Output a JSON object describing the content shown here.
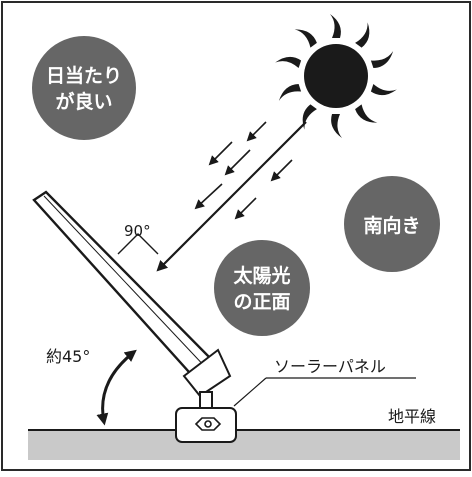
{
  "badges": {
    "sunlight": {
      "line1": "日当たり",
      "line2": "が良い"
    },
    "south": {
      "line1": "南向き"
    },
    "facing_sun": {
      "line1": "太陽光",
      "line2": "の正面"
    }
  },
  "labels": {
    "angle_right": "90°",
    "tilt": "約45°",
    "solar_panel": "ソーラーパネル",
    "horizon": "地平線"
  },
  "colors": {
    "badge_fill": "#666666",
    "ground_fill": "#c9c9c9",
    "ink": "#1a1a1a",
    "frame": "#2a2a2a"
  }
}
